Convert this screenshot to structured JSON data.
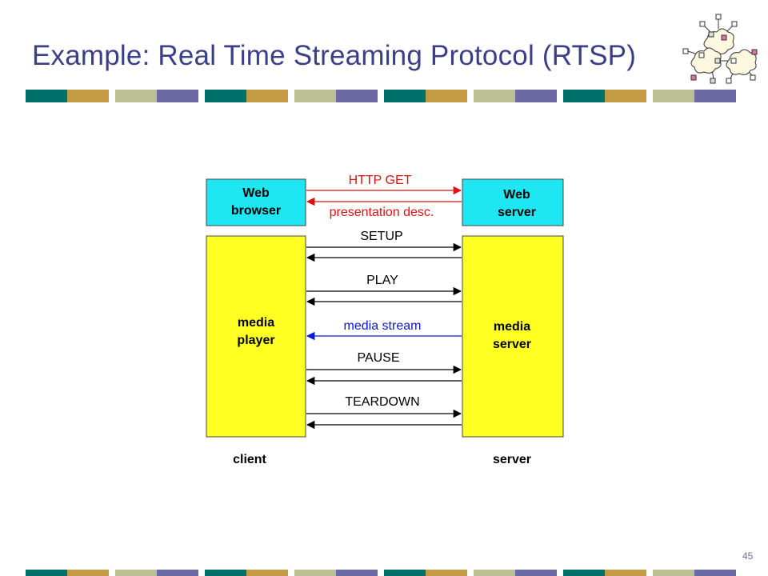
{
  "slide": {
    "title": "Example: Real Time Streaming Protocol (RTSP)",
    "page_number": "45"
  },
  "colors": {
    "title": "#3b3f86",
    "stripe": [
      "#00706b",
      "#c49a45",
      "#bdc094",
      "#6b6aa4"
    ],
    "box_web": "#1ee6f2",
    "box_media": "#ffff22",
    "arrow_black": "#000000",
    "arrow_red": "#e01010",
    "arrow_blue": "#0a1ad2"
  },
  "diagram": {
    "web_browser": {
      "line1": "Web",
      "line2": "browser"
    },
    "web_server": {
      "line1": "Web",
      "line2": "server"
    },
    "media_player": {
      "line1": "media",
      "line2": "player"
    },
    "media_server": {
      "line1": "media",
      "line2": "server"
    },
    "client_label": "client",
    "server_label": "server",
    "messages": {
      "http_get": "HTTP GET",
      "presentation_desc": "presentation desc.",
      "setup": "SETUP",
      "play": "PLAY",
      "media_stream": "media stream",
      "pause": "PAUSE",
      "teardown": "TEARDOWN"
    }
  }
}
